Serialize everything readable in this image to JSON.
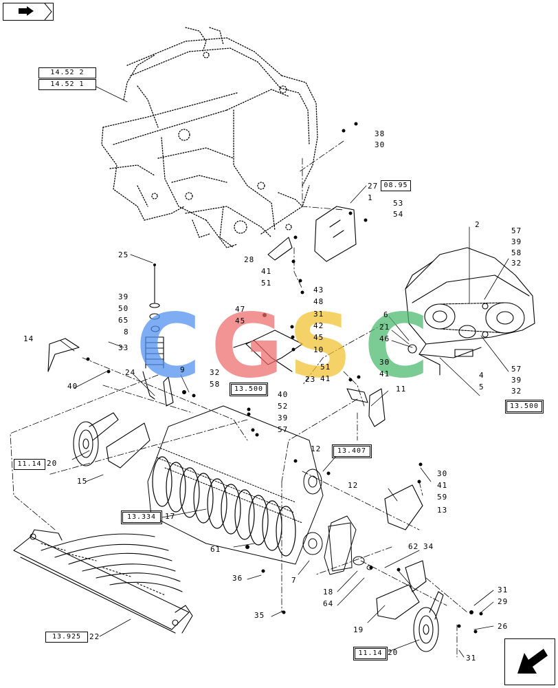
{
  "corner_icons": {
    "top_left": "arrow-right-icon",
    "bottom_right": "arrow-down-left-icon"
  },
  "watermark": {
    "letters": [
      "C",
      "G",
      "S",
      "C"
    ],
    "colors": [
      "#4d8ef0",
      "#ee6b6b",
      "#f2c12e",
      "#47b86b"
    ]
  },
  "refs": [
    "14.52 2",
    "14.52 1",
    "08.95",
    "13.500",
    "13.500",
    "13.407",
    "11.14",
    "13.334",
    "11.14",
    "13.925"
  ],
  "labels": [
    "38",
    "30",
    "27",
    "1",
    "53",
    "54",
    "2",
    "57",
    "39",
    "58",
    "32",
    "28",
    "41",
    "51",
    "43",
    "48",
    "25",
    "39",
    "50",
    "65",
    "8",
    "47",
    "45",
    "31",
    "42",
    "45",
    "10",
    "23",
    "6",
    "21",
    "46",
    "51",
    "41",
    "30",
    "41",
    "4",
    "5",
    "57",
    "39",
    "32",
    "14",
    "33",
    "40",
    "24",
    "9",
    "32",
    "58",
    "11",
    "40",
    "52",
    "39",
    "57",
    "20",
    "15",
    "12",
    "12",
    "30",
    "41",
    "59",
    "13",
    "17",
    "61",
    "62",
    "34",
    "36",
    "7",
    "18",
    "64",
    "35",
    "31",
    "29",
    "26",
    "19",
    "22",
    "20",
    "31"
  ]
}
